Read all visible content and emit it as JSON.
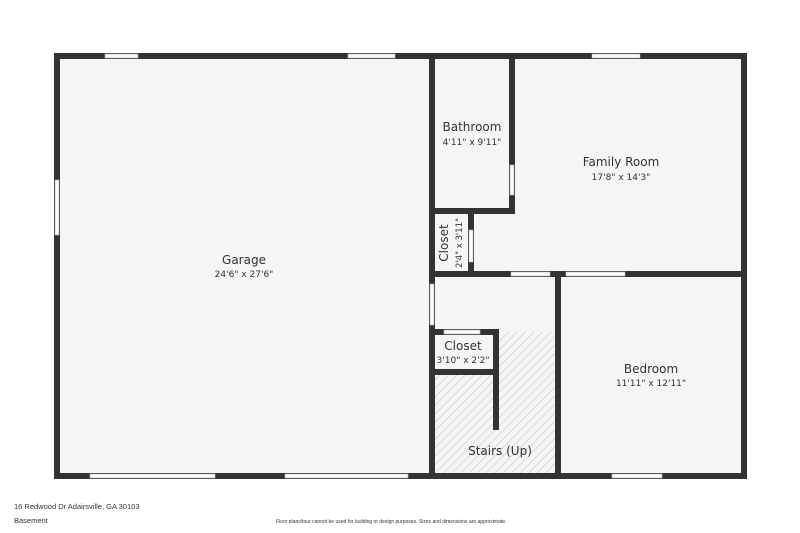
{
  "colors": {
    "wall": "#333333",
    "floor": "#f5f5f5",
    "stairs_hatch": "#bbbbbb"
  },
  "rooms": {
    "garage": {
      "name": "Garage",
      "dims": "24'6\" x 27'6\""
    },
    "bathroom": {
      "name": "Bathroom",
      "dims": "4'11\" x 9'11\""
    },
    "family_room": {
      "name": "Family Room",
      "dims": "17'8\" x 14'3\""
    },
    "closet_upper": {
      "name": "Closet",
      "dims": "2'4\" x 3'11\""
    },
    "closet_lower": {
      "name": "Closet",
      "dims": "3'10\" x 2'2\""
    },
    "bedroom": {
      "name": "Bedroom",
      "dims": "11'11\" x 12'11\""
    },
    "stairs": {
      "name": "Stairs (Up)"
    }
  },
  "footer": {
    "address": "16 Redwood Dr Adairsville, GA 30103",
    "floor": "Basement",
    "disclaimer": "Floor plans/tour cannot be used for building or design purposes. Sizes and dimensions are approximate."
  }
}
